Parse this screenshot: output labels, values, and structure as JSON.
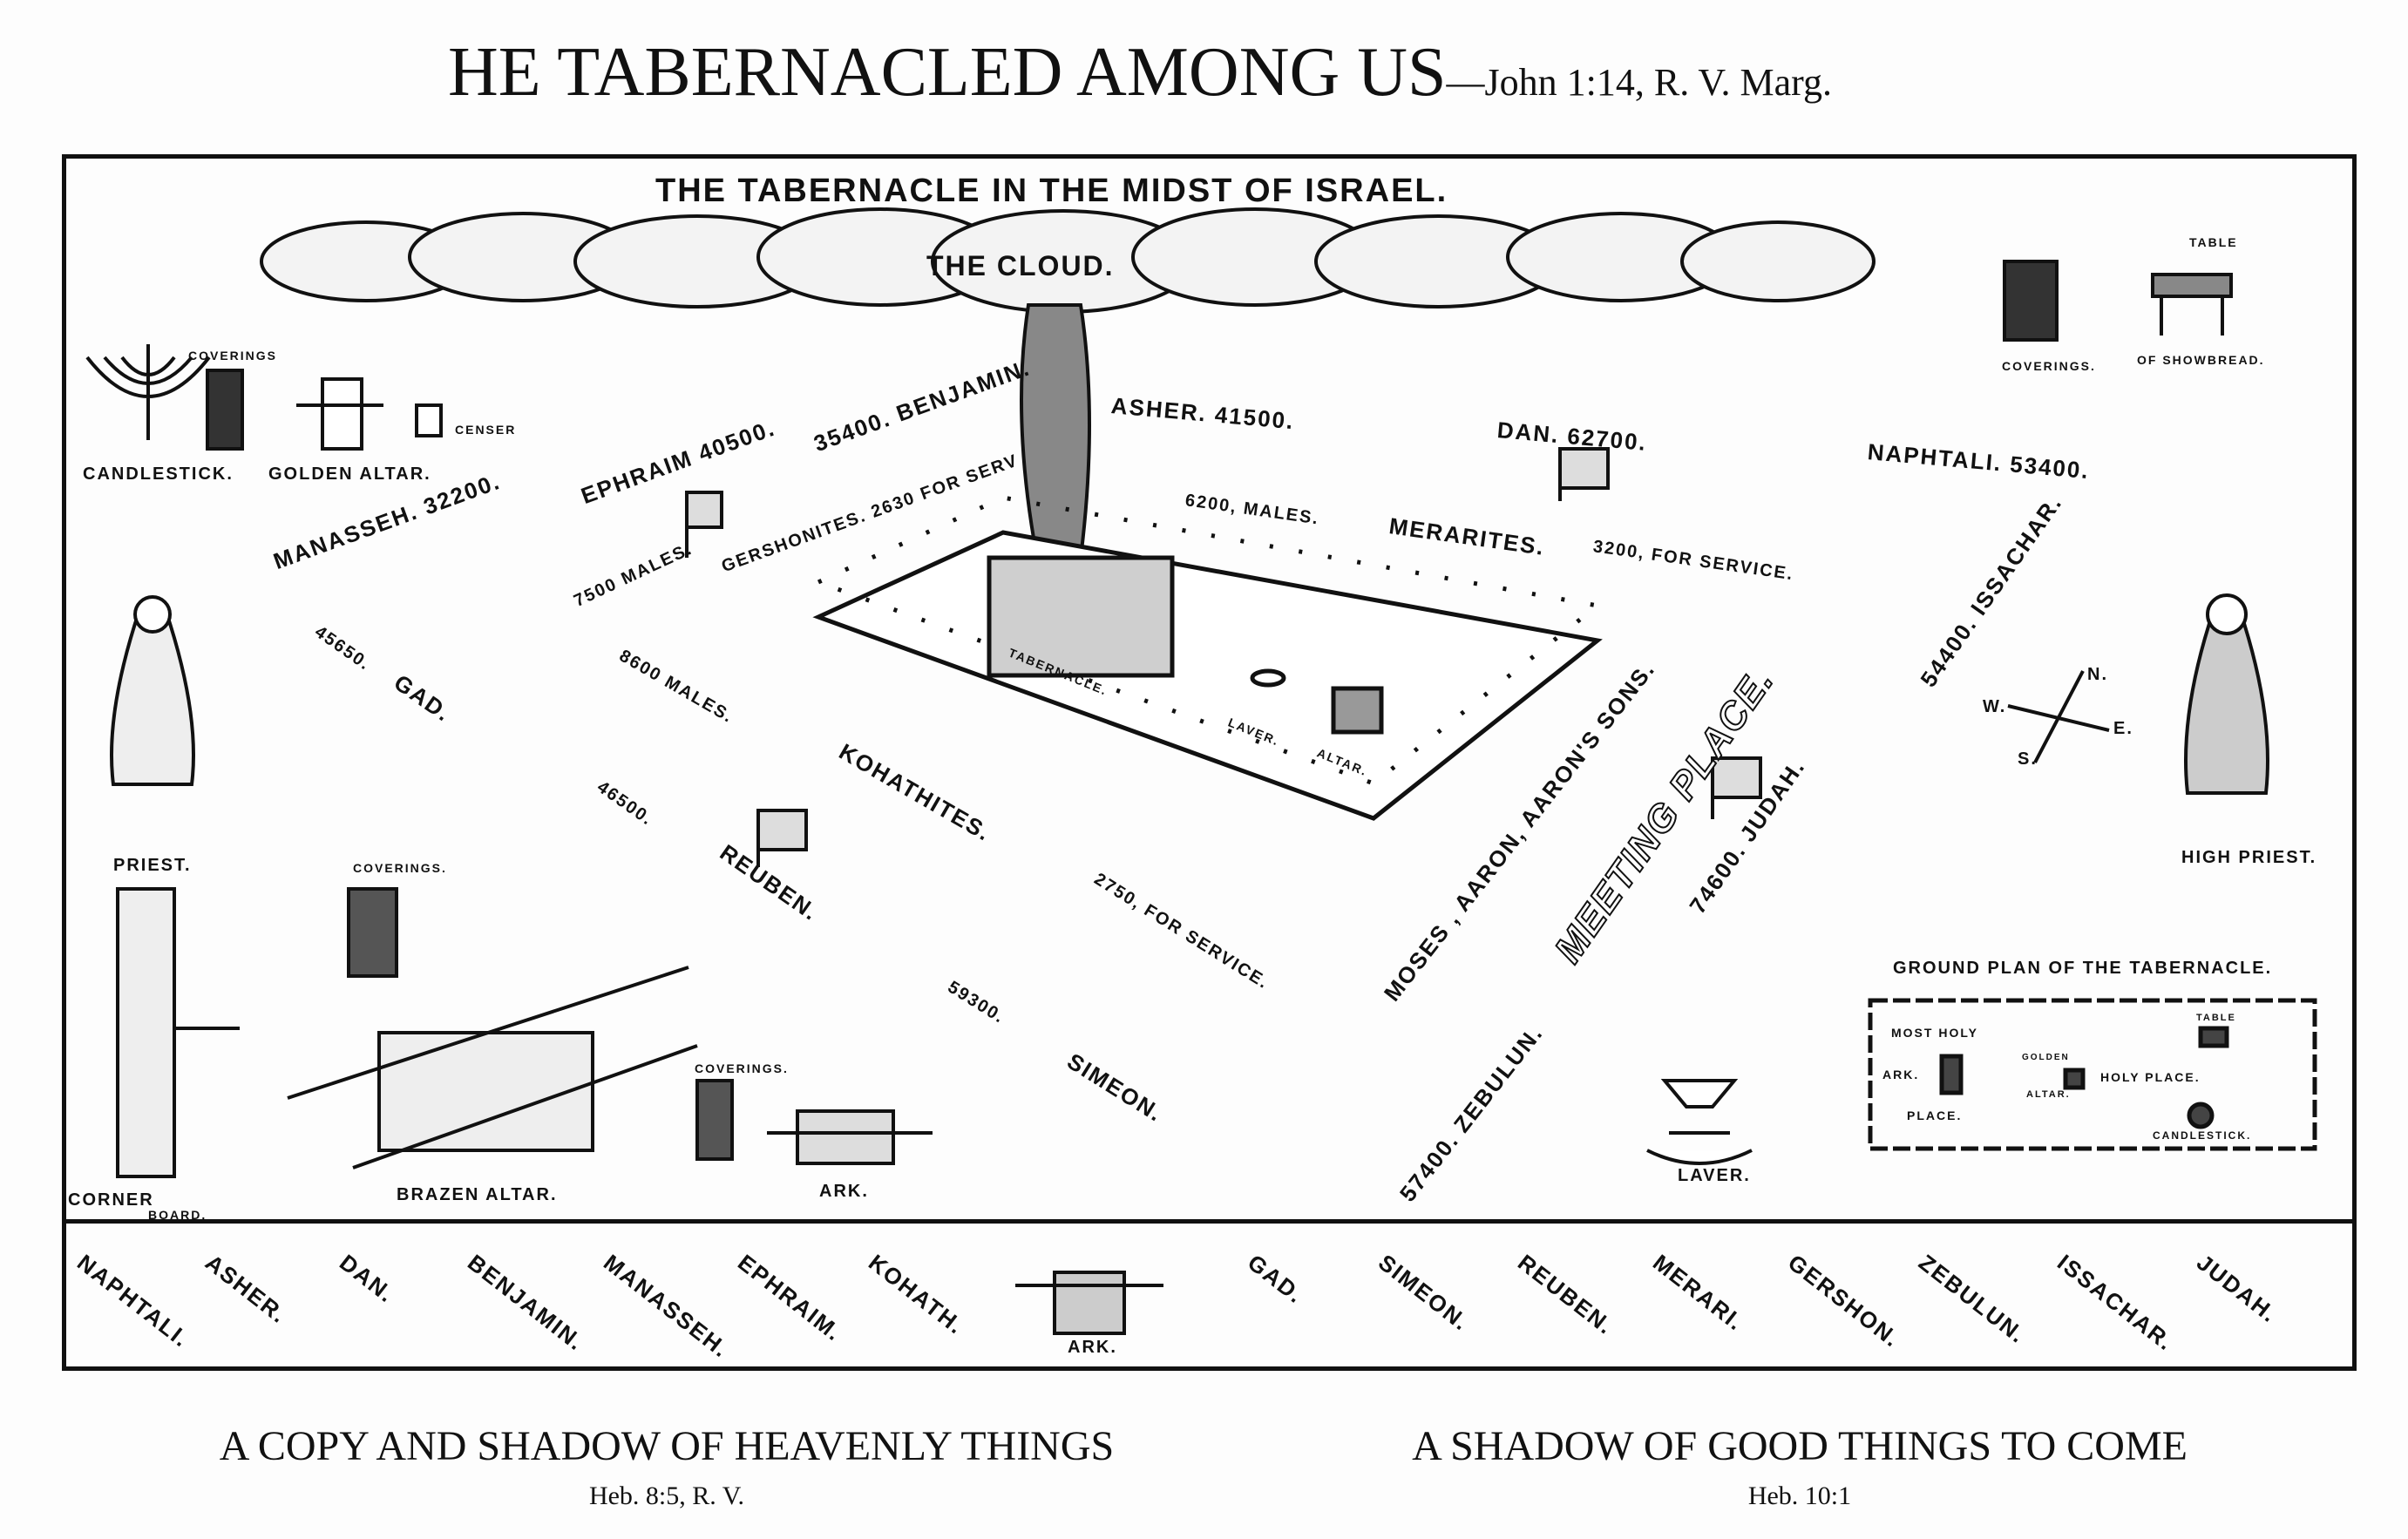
{
  "header": {
    "title": "HE TABERNACLED AMONG US",
    "reference": "—John 1:14, R. V. Marg."
  },
  "diagram": {
    "title": "THE TABERNACLE IN THE MIDST OF ISRAEL.",
    "cloud": "THE CLOUD.",
    "furniture": {
      "candlestick": "CANDLESTICK.",
      "coverings_small": "COVERINGS",
      "golden_altar": "GOLDEN ALTAR.",
      "censer": "CENSER",
      "coverings_right": "COVERINGS.",
      "table": "TABLE",
      "of_showbread": "OF SHOWBREAD.",
      "priest": "PRIEST.",
      "high_priest": "HIGH PRIEST.",
      "corner": "CORNER",
      "board": "BOARD.",
      "coverings_brazen": "COVERINGS.",
      "brazen_altar": "BRAZEN ALTAR.",
      "coverings_ark": "COVERINGS.",
      "ark": "ARK.",
      "laver": "LAVER.",
      "tabernacle": "TABERNACLE.",
      "inner_laver": "LAVER.",
      "inner_altar": "ALTAR."
    },
    "camp": {
      "manasseh": "MANASSEH.  32200.",
      "ephraim": "EPHRAIM 40500.",
      "benjamin": "35400. BENJAMIN.",
      "asher": "ASHER.   41500.",
      "dan": "DAN.   62700.",
      "naphtali": "NAPHTALI. 53400.",
      "gershonites": "GERSHONITES. 2630 FOR SERV",
      "gershon_males": "7500 MALES.",
      "merari_males": "6200, MALES.",
      "merarites": "MERARITES.",
      "merari_service": "3200, FOR   SERVICE.",
      "gad_num": "45650.",
      "gad": "GAD.",
      "kohath_males": "8600 MALES.",
      "kohathites": "KOHATHITES.",
      "reuben_num": "46500.",
      "reuben": "REUBEN.",
      "kohath_service": "2750, FOR SERVICE.",
      "simeon_num": "59300.",
      "simeon": "SIMEON.",
      "moses": "MOSES ,  AARON,   AARON'S SONS.",
      "meeting": "MEETING  PLACE.",
      "judah": "74600. JUDAH.",
      "issachar": "54400. ISSACHAR.",
      "zebulun": "57400. ZEBULUN."
    },
    "compass": {
      "n": "N.",
      "e": "E.",
      "s": "S.",
      "w": "W."
    },
    "ground_plan": {
      "title": "GROUND   PLAN  OF  THE  TABERNACLE.",
      "most_holy": "MOST   HOLY",
      "ark": "ARK.",
      "place": "PLACE.",
      "golden": "GOLDEN",
      "altar": "ALTAR.",
      "table": "TABLE",
      "holy_place": "HOLY      PLACE.",
      "candlestick": "CANDLESTICK."
    },
    "march_order": [
      "NAPHTALI.",
      "ASHER.",
      "DAN.",
      "BENJAMIN.",
      "MANASSEH.",
      "EPHRAIM.",
      "KOHATH.",
      "ARK.",
      "GAD.",
      "SIMEON.",
      "REUBEN.",
      "MERARI.",
      "GERSHON.",
      "ZEBULUN.",
      "ISSACHAR.",
      "JUDAH."
    ]
  },
  "footer": {
    "left_caption": "A COPY AND SHADOW OF HEAVENLY THINGS",
    "left_ref": "Heb. 8:5, R. V.",
    "right_caption": "A SHADOW OF GOOD THINGS TO COME",
    "right_ref": "Heb. 10:1"
  }
}
